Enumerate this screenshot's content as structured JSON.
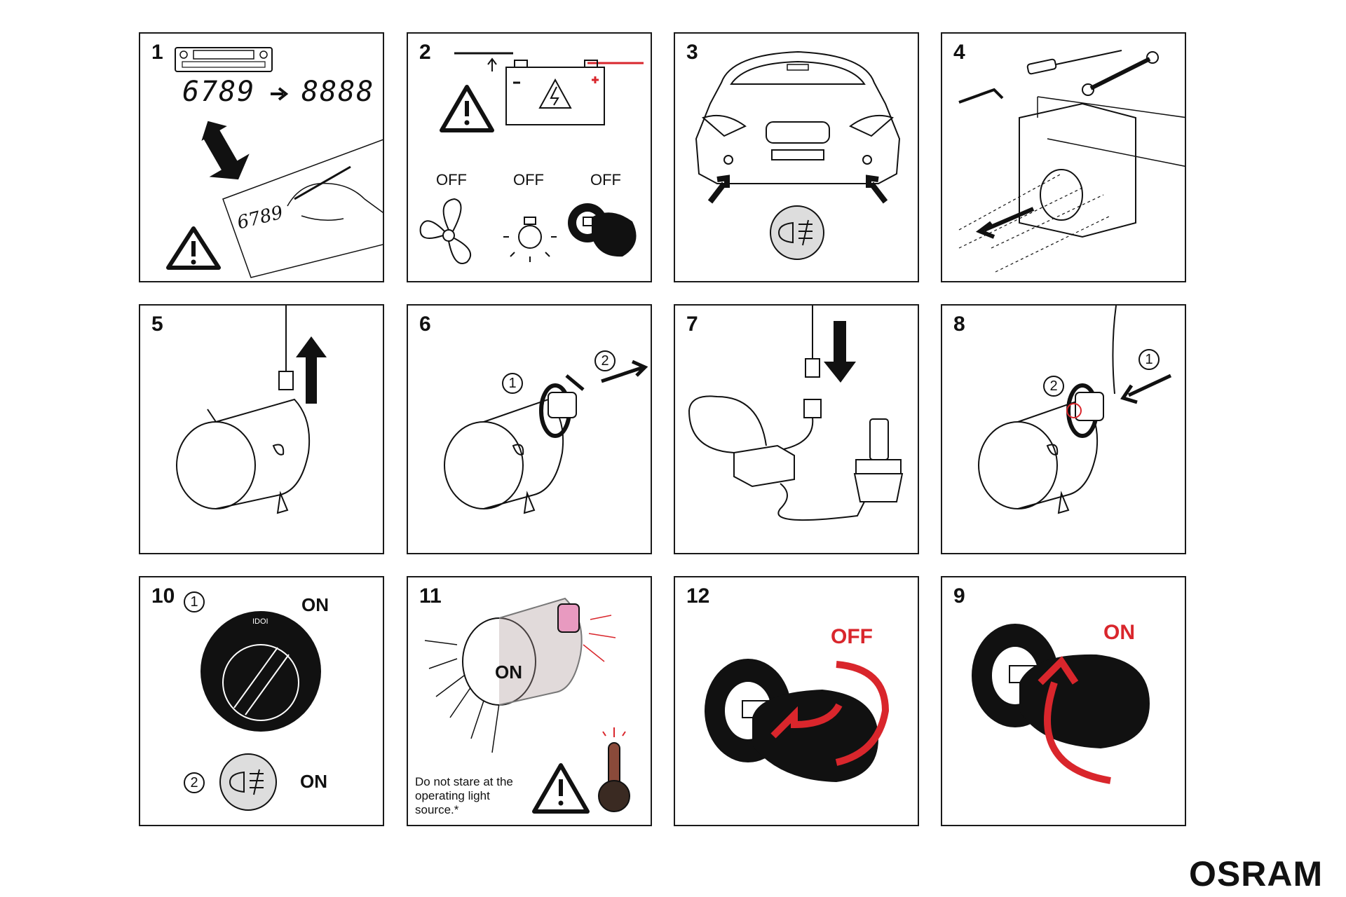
{
  "steps": [
    {
      "number": "1",
      "code_before": "6789",
      "code_after": "8888",
      "handwritten": "6789"
    },
    {
      "number": "2",
      "off_labels": [
        "OFF",
        "OFF",
        "OFF"
      ]
    },
    {
      "number": "3"
    },
    {
      "number": "4"
    },
    {
      "number": "5"
    },
    {
      "number": "6",
      "markers": [
        "1",
        "2"
      ]
    },
    {
      "number": "7"
    },
    {
      "number": "8",
      "markers": [
        "1",
        "2"
      ]
    },
    {
      "number": "10",
      "markers": [
        "1",
        "2"
      ],
      "on_labels": [
        "ON",
        "ON"
      ]
    },
    {
      "number": "11",
      "lamp_label": "ON",
      "warning": "Do not stare at the operating light source.*"
    },
    {
      "number": "12",
      "state": "OFF"
    },
    {
      "number": "9",
      "state": "ON"
    }
  ],
  "brand": "OSRAM",
  "colors": {
    "accent_red": "#d9262c",
    "line": "#1a1a1a"
  },
  "icons": [
    "radio-icon",
    "battery-icon",
    "warning-icon",
    "fan-icon",
    "light-icon",
    "ignition-key-icon",
    "car-icon",
    "fog-light-icon",
    "tools-icon",
    "lamp-housing-icon",
    "led-bulb-icon",
    "light-switch-icon",
    "thermometer-icon"
  ]
}
